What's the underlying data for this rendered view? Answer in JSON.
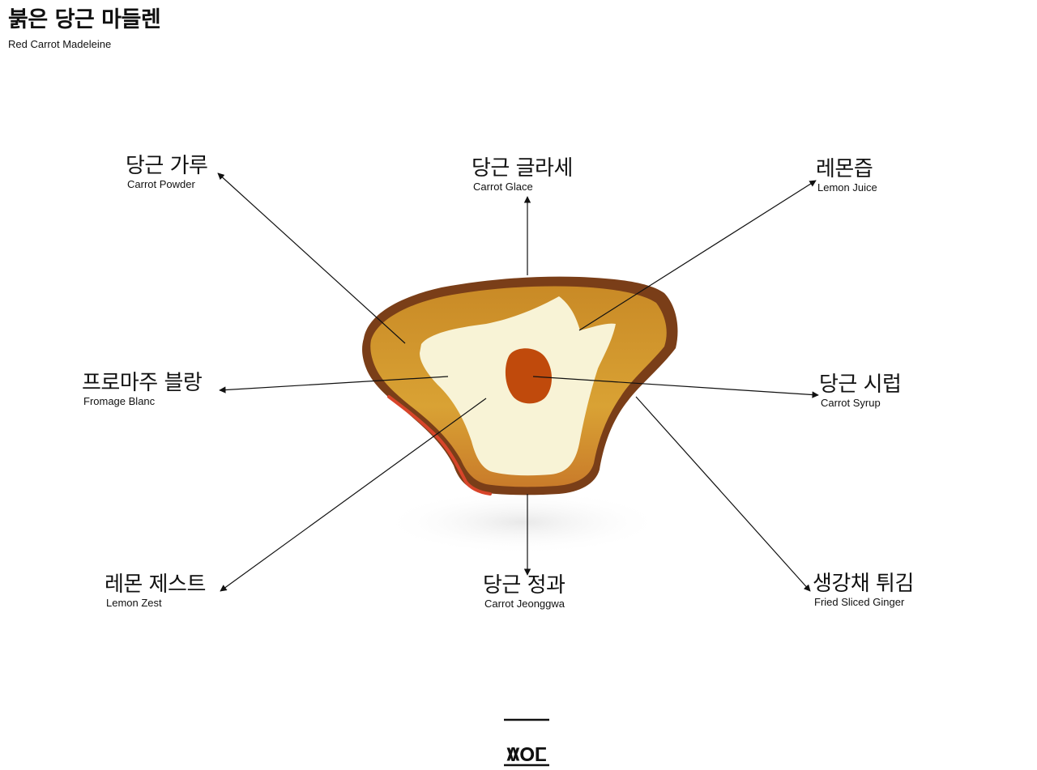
{
  "title": {
    "ko": "붉은 당근 마들렌",
    "en": "Red Carrot Madeleine"
  },
  "labels": {
    "carrot_powder": {
      "ko": "당근 가루",
      "en": "Carrot Powder"
    },
    "carrot_glace": {
      "ko": "당근 글라세",
      "en": "Carrot Glace"
    },
    "lemon_juice": {
      "ko": "레몬즙",
      "en": "Lemon Juice"
    },
    "fromage_blanc": {
      "ko": "프로마주 블랑",
      "en": "Fromage Blanc"
    },
    "carrot_syrup": {
      "ko": "당근 시럽",
      "en": "Carrot Syrup"
    },
    "lemon_zest": {
      "ko": "레몬 제스트",
      "en": "Lemon Zest"
    },
    "carrot_jeonggwa": {
      "ko": "당근 정과",
      "en": "Carrot Jeonggwa"
    },
    "fried_ginger": {
      "ko": "생강채 튀김",
      "en": "Fried Sliced Ginger"
    }
  },
  "logo": {
    "top_text": "VOL",
    "bottom_text": "VOL"
  },
  "colors": {
    "crust": "#7a3e18",
    "cake": "#d49a2e",
    "cream": "#f8f3d6",
    "center": "#c04a0c",
    "line": "#111111"
  }
}
